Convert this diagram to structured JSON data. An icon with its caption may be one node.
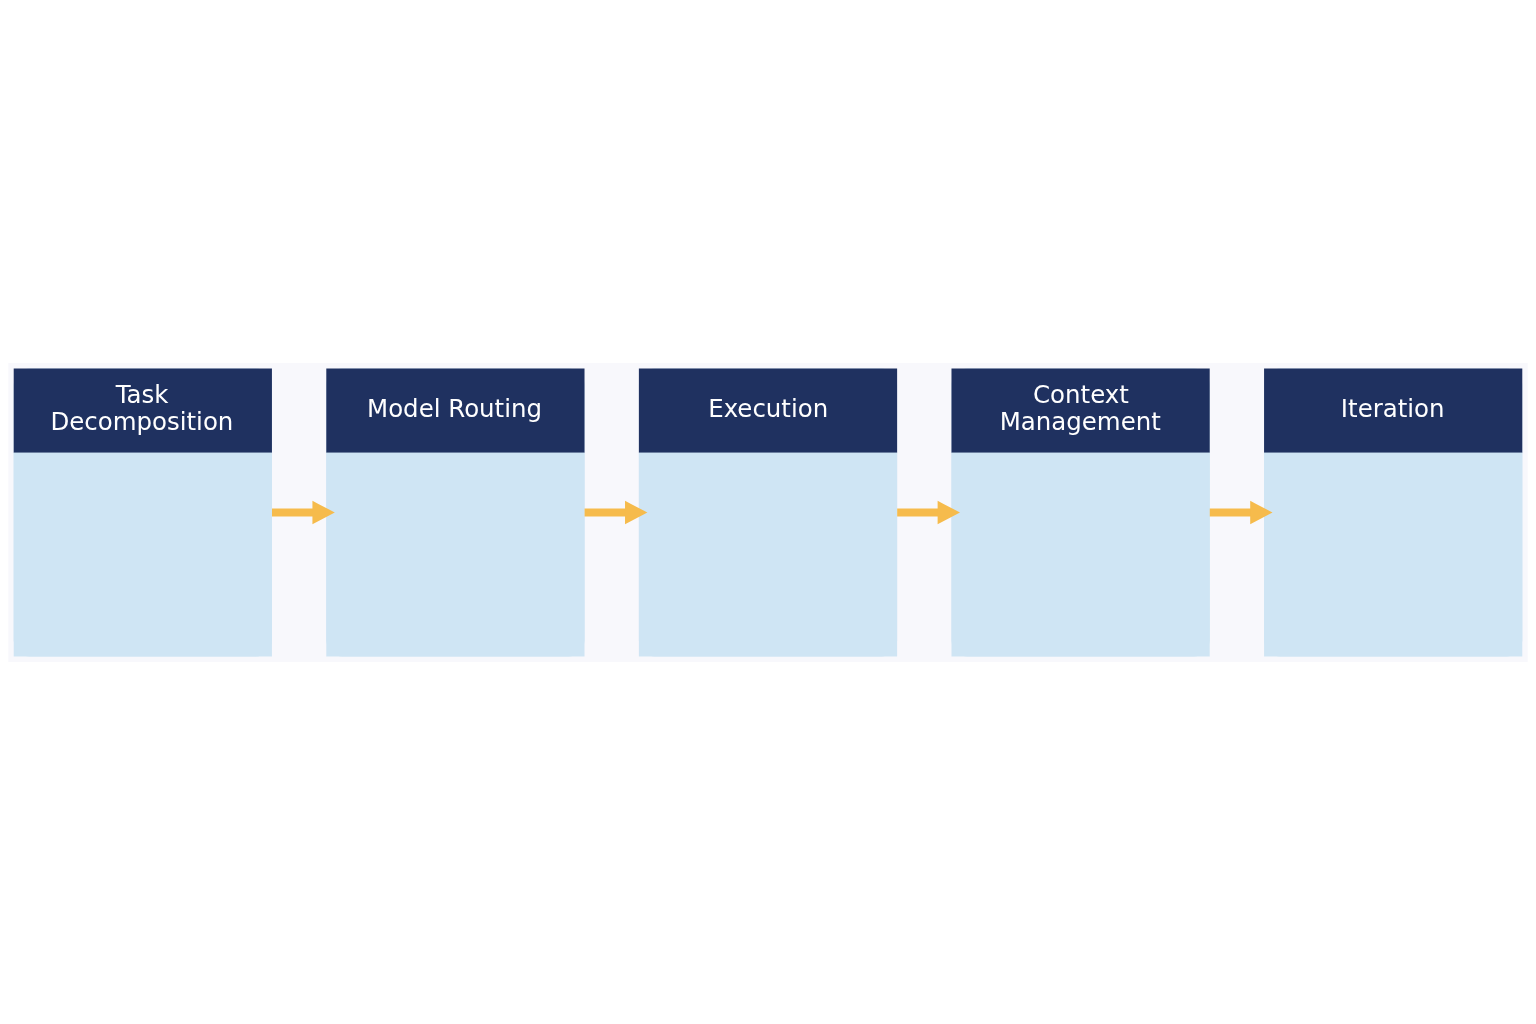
{
  "diagram": {
    "nodes": [
      {
        "text": [
          "Task Decomposition"
        ]
      },
      {
        "text": [
          "Model Routing"
        ]
      },
      {
        "text": [
          "Execution"
        ]
      },
      {
        "text": [
          "Context Management"
        ]
      },
      {
        "text": [
          "Iteration"
        ]
      }
    ],
    "edges": [
      {
        "from": 0,
        "to": 1,
        "arrow": "to"
      },
      {
        "from": 1,
        "to": 2,
        "arrow": "to"
      },
      {
        "from": 2,
        "to": 3,
        "arrow": "to"
      },
      {
        "from": 3,
        "to": 4,
        "arrow": "to"
      }
    ]
  }
}
